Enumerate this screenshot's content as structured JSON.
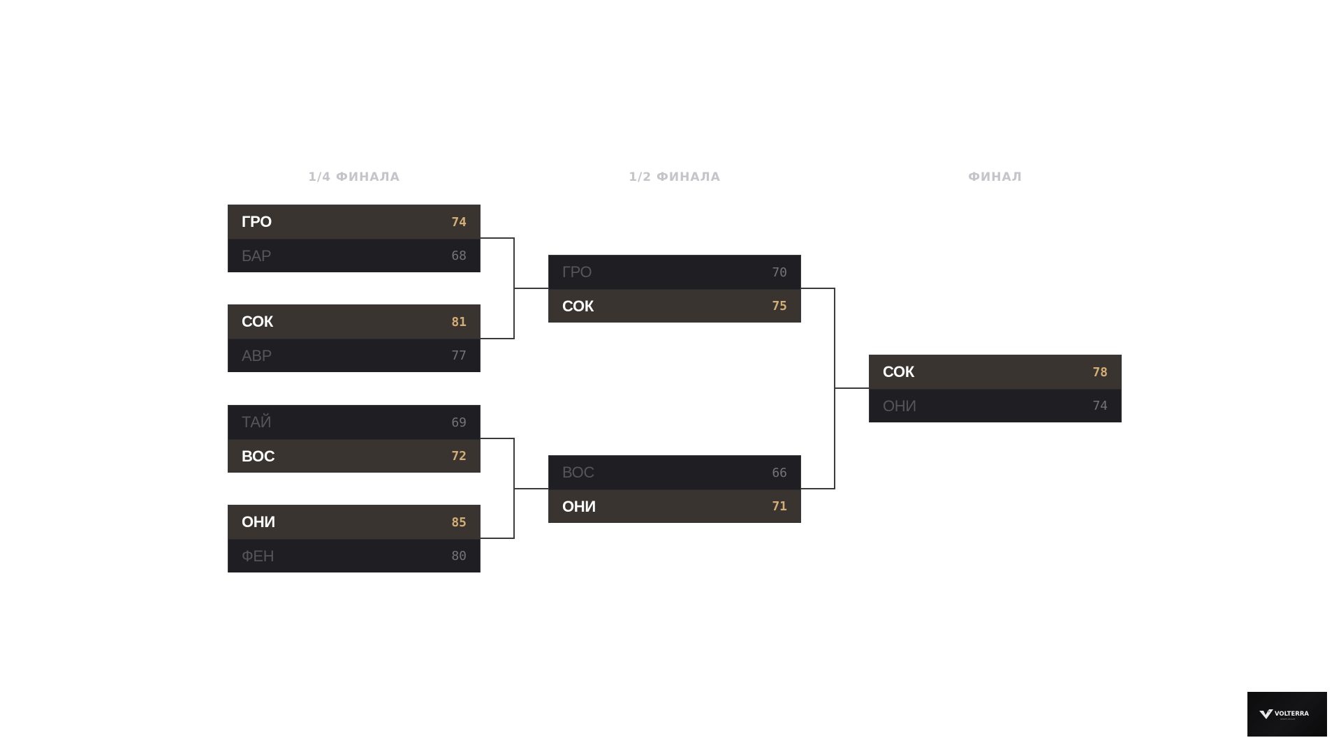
{
  "rounds": [
    {
      "title": "1/4 ФИНАЛА"
    },
    {
      "title": "1/2 ФИНАЛА"
    },
    {
      "title": "ФИНАЛ"
    }
  ],
  "quarterfinals": [
    {
      "teams": [
        {
          "name": "ГРО",
          "score": "74",
          "winner": true
        },
        {
          "name": "БАР",
          "score": "68",
          "winner": false
        }
      ]
    },
    {
      "teams": [
        {
          "name": "СОК",
          "score": "81",
          "winner": true
        },
        {
          "name": "АВР",
          "score": "77",
          "winner": false
        }
      ]
    },
    {
      "teams": [
        {
          "name": "ТАЙ",
          "score": "69",
          "winner": false
        },
        {
          "name": "ВОС",
          "score": "72",
          "winner": true
        }
      ]
    },
    {
      "teams": [
        {
          "name": "ОНИ",
          "score": "85",
          "winner": true
        },
        {
          "name": "ФЕН",
          "score": "80",
          "winner": false
        }
      ]
    }
  ],
  "semifinals": [
    {
      "teams": [
        {
          "name": "ГРО",
          "score": "70",
          "winner": false
        },
        {
          "name": "СОК",
          "score": "75",
          "winner": true
        }
      ]
    },
    {
      "teams": [
        {
          "name": "ВОС",
          "score": "66",
          "winner": false
        },
        {
          "name": "ОНИ",
          "score": "71",
          "winner": true
        }
      ]
    }
  ],
  "final": {
    "teams": [
      {
        "name": "СОК",
        "score": "78",
        "winner": true
      },
      {
        "name": "ОНИ",
        "score": "74",
        "winner": false
      }
    ]
  },
  "logo": {
    "brand": "VOLTERRA",
    "tagline": "SPORTS LEAGUE"
  },
  "colors": {
    "winner_row": "#3a3430",
    "loser_row": "#1f1f23",
    "winner_score": "#d2ad76",
    "round_title": "#c4c4ca",
    "connector": "#3a3a3e"
  }
}
